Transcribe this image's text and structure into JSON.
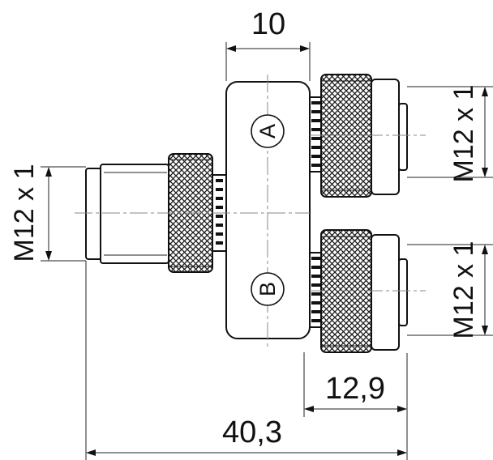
{
  "dimensions": {
    "top_width": "10",
    "outlet_length": "12,9",
    "overall_length": "40,3"
  },
  "threads": {
    "inlet": "M12 x 1",
    "outlet_a": "M12 x 1",
    "outlet_b": "M12 x 1"
  },
  "ports": {
    "a": "A",
    "b": "B"
  }
}
